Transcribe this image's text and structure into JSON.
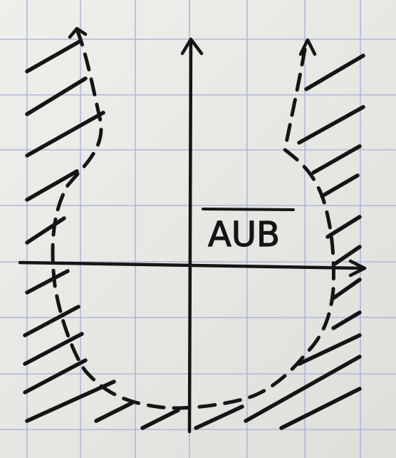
{
  "diagram": {
    "label": "AUB",
    "colors": {
      "paper": "#ebebe8",
      "grid": "#a9b4d8",
      "ink": "#151515"
    },
    "elements": {
      "grid": "graph-paper-grid",
      "axes": [
        "x-axis-arrow",
        "y-axis-arrow"
      ],
      "boundary": "dashed-u-shaped-boundary",
      "shading": "hatched-region-outside-boundary"
    }
  }
}
